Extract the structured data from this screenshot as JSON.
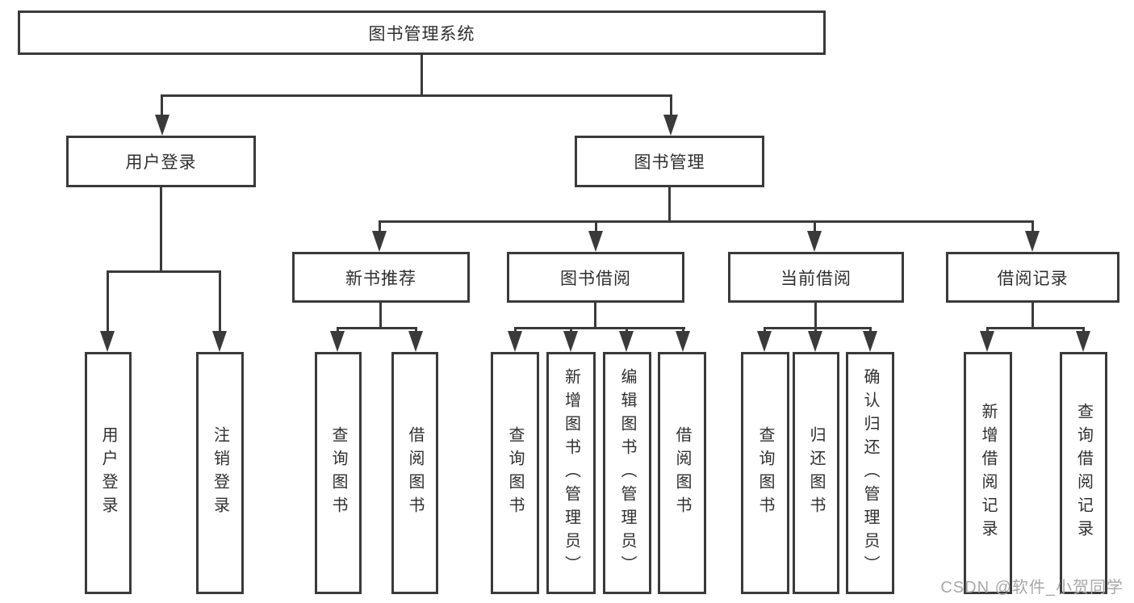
{
  "tree": {
    "root": {
      "label": "图书管理系统"
    },
    "branches": [
      {
        "label": "用户登录",
        "children": [
          {
            "label": "用户登录"
          },
          {
            "label": "注销登录"
          }
        ]
      },
      {
        "label": "图书管理",
        "children": [
          {
            "label": "新书推荐",
            "children": [
              {
                "label": "查询图书"
              },
              {
                "label": "借阅图书"
              }
            ]
          },
          {
            "label": "图书借阅",
            "children": [
              {
                "label": "查询图书"
              },
              {
                "label": "新增图书（管理员）"
              },
              {
                "label": "编辑图书（管理员）"
              },
              {
                "label": "借阅图书"
              }
            ]
          },
          {
            "label": "当前借阅",
            "children": [
              {
                "label": "查询图书"
              },
              {
                "label": "归还图书"
              },
              {
                "label": "确认归还（管理员）"
              }
            ]
          },
          {
            "label": "借阅记录",
            "children": [
              {
                "label": "新增借阅记录"
              },
              {
                "label": "查询借阅记录"
              }
            ]
          }
        ]
      }
    ]
  },
  "watermark": {
    "text": "CSDN @软件_小贺同学",
    "color": "#a8a8a8"
  },
  "colors": {
    "line": "#3a3a3a",
    "text": "#2f2f2f",
    "background": "#ffffff"
  }
}
